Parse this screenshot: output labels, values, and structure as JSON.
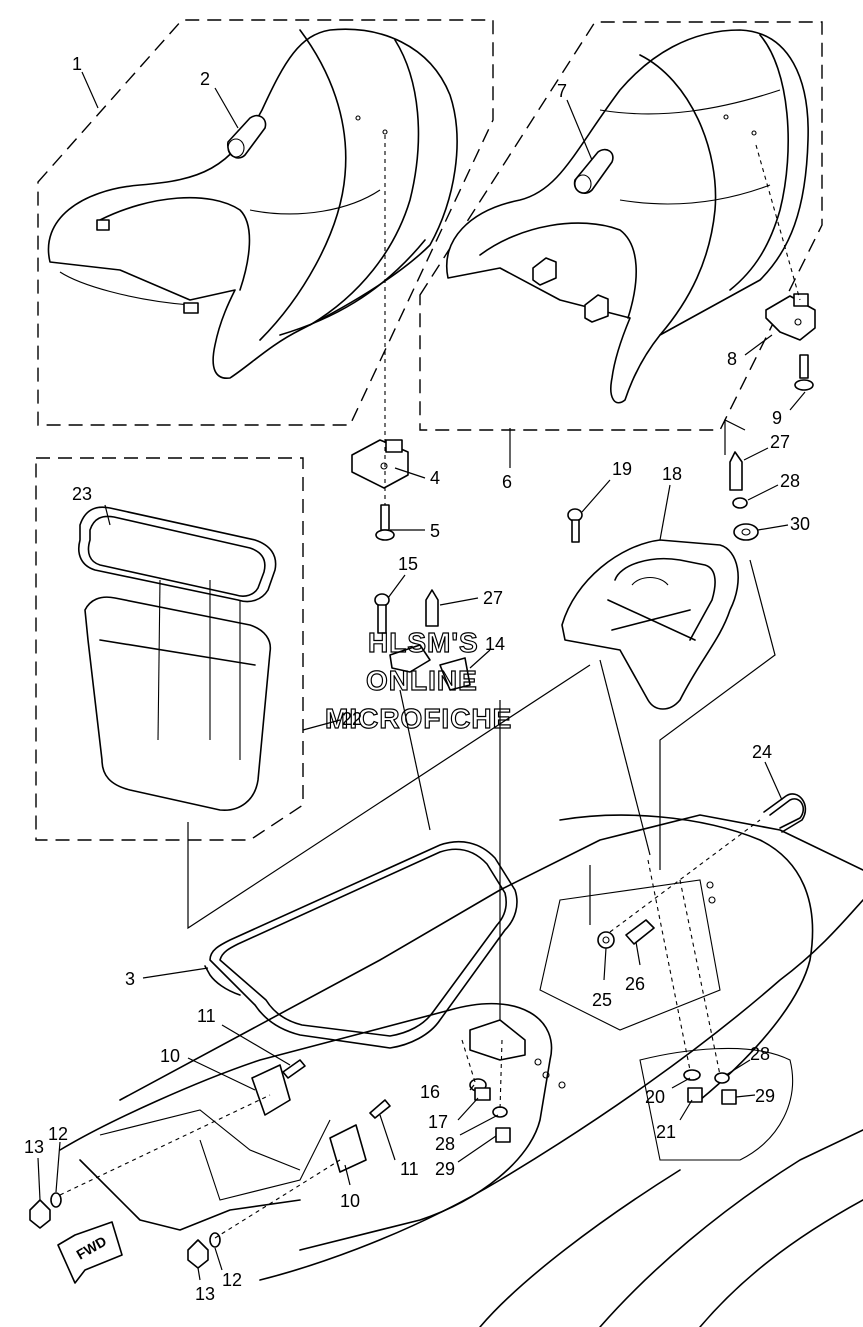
{
  "watermark": {
    "line1": "HLSM'S",
    "line2": "ONLINE",
    "line3": "MICROFICHE"
  },
  "fwd_label": "FWD",
  "callouts": {
    "c1": "1",
    "c2": "2",
    "c3": "3",
    "c4": "4",
    "c5": "5",
    "c6": "6",
    "c7": "7",
    "c8": "8",
    "c9": "9",
    "c10a": "10",
    "c10b": "10",
    "c11a": "11",
    "c11b": "11",
    "c12a": "12",
    "c12b": "12",
    "c13a": "13",
    "c13b": "13",
    "c14": "14",
    "c15": "15",
    "c16": "16",
    "c17": "17",
    "c18": "18",
    "c19": "19",
    "c20": "20",
    "c21": "21",
    "c22": "22",
    "c23": "23",
    "c24": "24",
    "c25": "25",
    "c26": "26",
    "c27a": "27",
    "c27b": "27",
    "c28a": "28",
    "c28b": "28",
    "c28c": "28",
    "c29a": "29",
    "c29b": "29",
    "c30": "30"
  }
}
